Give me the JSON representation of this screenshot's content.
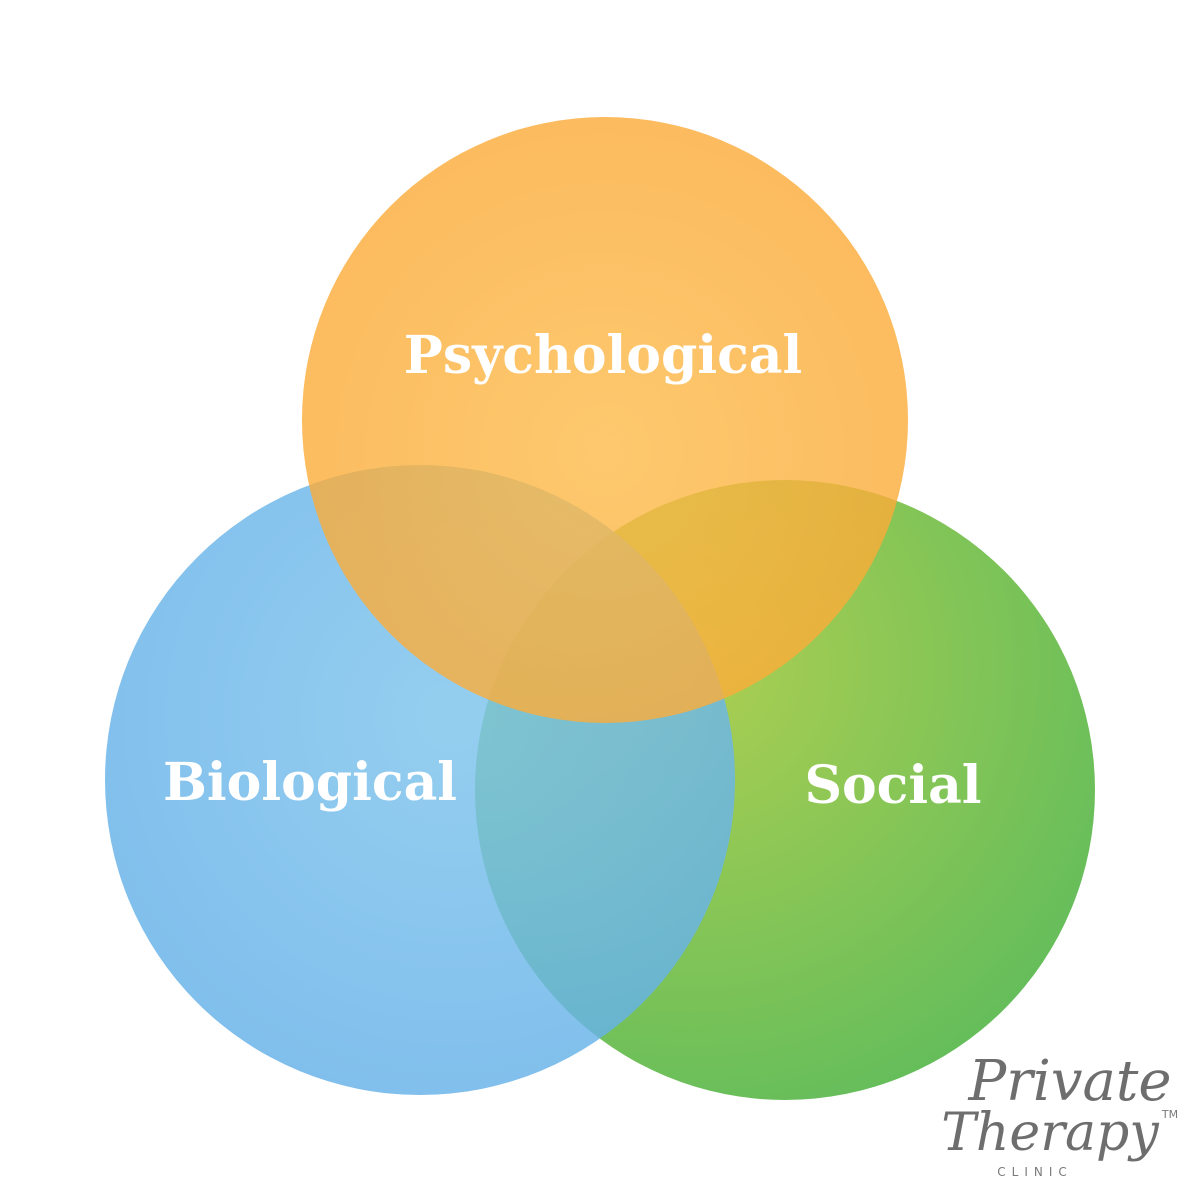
{
  "diagram": {
    "circles": [
      {
        "id": "psychological",
        "label": "Psychological",
        "color": "#FCA635"
      },
      {
        "id": "biological",
        "label": "Biological",
        "color": "#5EB3EA"
      },
      {
        "id": "social",
        "label": "Social",
        "color": "#6CC14C"
      }
    ]
  },
  "logo": {
    "line1": "Private",
    "line2": "Therapy",
    "trademark": "TM",
    "line3": "CLINIC"
  }
}
